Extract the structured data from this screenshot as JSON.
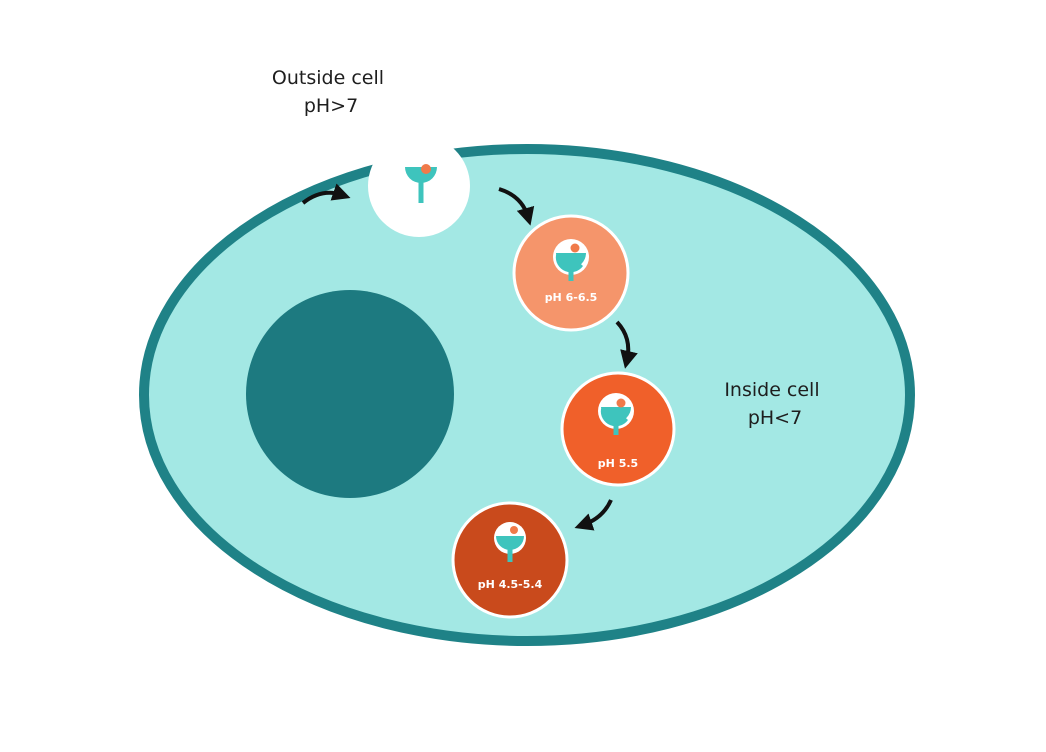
{
  "outside": {
    "line1": "Outside cell",
    "line2": "pH>7"
  },
  "inside": {
    "line1": "Inside cell",
    "line2": "pH<7"
  },
  "vesicles": [
    {
      "ph_label": "",
      "color": "#ffffff"
    },
    {
      "ph_label": "pH 6-6.5",
      "color": "#f5956b"
    },
    {
      "ph_label": "pH 5.5",
      "color": "#f0602a"
    },
    {
      "ph_label": "pH 4.5-5.4",
      "color": "#c94a1c"
    }
  ],
  "colors": {
    "cytoplasm": "#a3e8e4",
    "membrane": "#1f8287",
    "nucleus": "#1d7a80",
    "receptor": "#3ec4bd",
    "ligand": "#f07a4a",
    "arrow": "#111111"
  }
}
